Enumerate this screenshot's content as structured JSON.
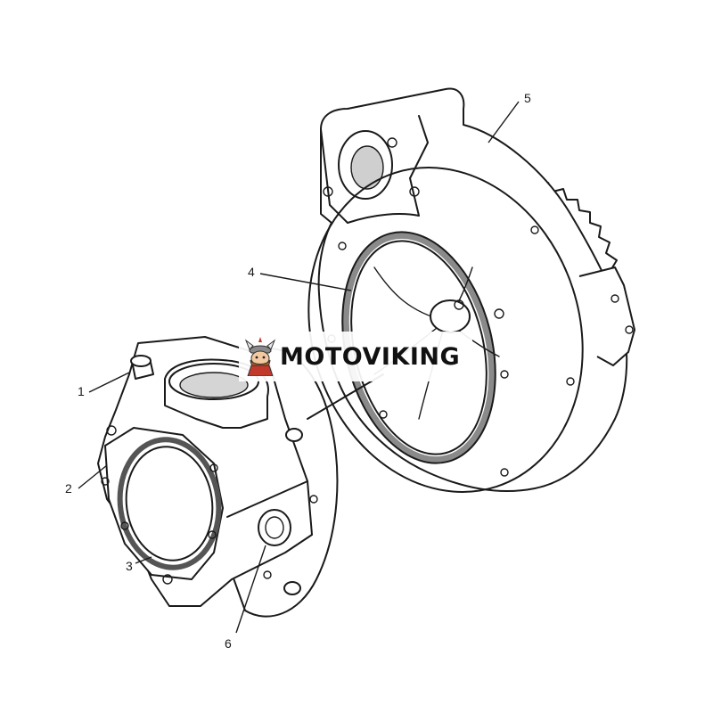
{
  "callouts": [
    {
      "label": "1"
    },
    {
      "label": "2"
    },
    {
      "label": "3"
    },
    {
      "label": "4"
    },
    {
      "label": "5"
    },
    {
      "label": "6"
    }
  ],
  "watermark": {
    "text": "MOTOVIKING",
    "logo_icon": "viking-mascot-icon",
    "accent_color": "#c0392b"
  }
}
